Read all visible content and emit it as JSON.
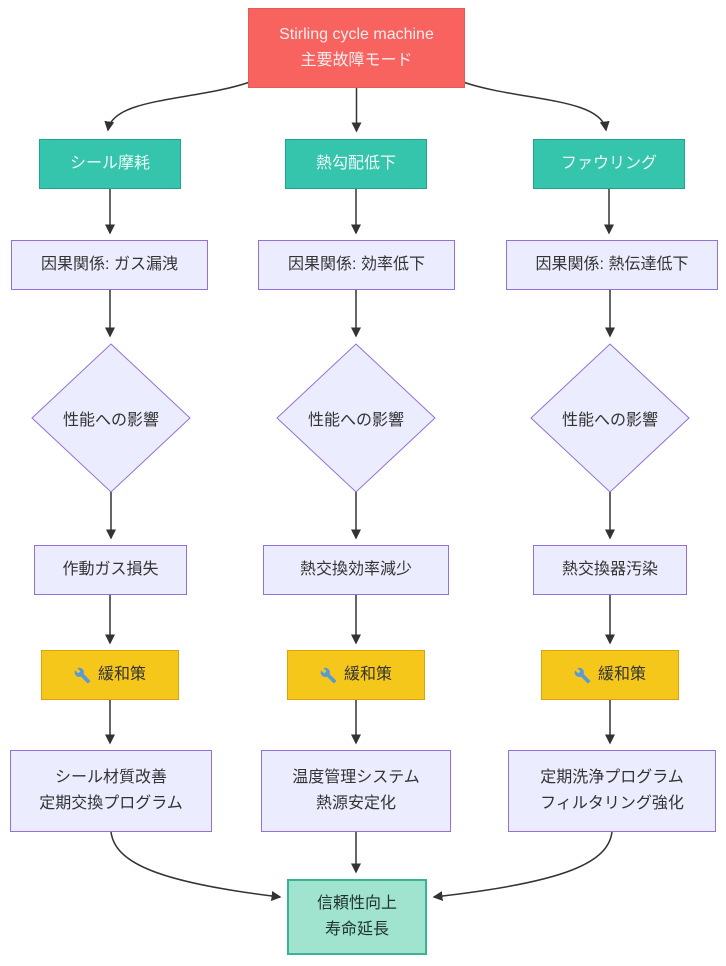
{
  "diagram": {
    "type": "flowchart",
    "background": "#ffffff",
    "root": {
      "line1": "Stirling cycle machine",
      "line2": "主要故障モード"
    },
    "columns": [
      {
        "failure_mode": "シール摩耗",
        "cause": "因果関係: ガス漏洩",
        "decision": "性能への影響",
        "effect": "作動ガス損失",
        "mitigation_icon": "wrench-icon",
        "mitigation_label": "緩和策",
        "action_line1": "シール材質改善",
        "action_line2": "定期交換プログラム"
      },
      {
        "failure_mode": "熱勾配低下",
        "cause": "因果関係: 効率低下",
        "decision": "性能への影響",
        "effect": "熱交換効率減少",
        "mitigation_icon": "wrench-icon",
        "mitigation_label": "緩和策",
        "action_line1": "温度管理システム",
        "action_line2": "熱源安定化"
      },
      {
        "failure_mode": "ファウリング",
        "cause": "因果関係: 熱伝達低下",
        "decision": "性能への影響",
        "effect": "熱交換器汚染",
        "mitigation_icon": "wrench-icon",
        "mitigation_label": "緩和策",
        "action_line1": "定期洗浄プログラム",
        "action_line2": "フィルタリング強化"
      }
    ],
    "outcome": {
      "line1": "信頼性向上",
      "line2": "寿命延長"
    },
    "colors": {
      "root_fill": "#F8625F",
      "root_stroke": "#E25B58",
      "failure_fill": "#35C4AC",
      "failure_stroke": "#23A28C",
      "plain_fill": "#ECECFF",
      "plain_stroke": "#9370DB",
      "mitigation_fill": "#F5C71B",
      "mitigation_stroke": "#D9A40A",
      "outcome_fill": "#A0E3CF",
      "outcome_stroke": "#3CB294",
      "edge": "#333333",
      "wrench_icon": "#5B9BD5"
    }
  }
}
